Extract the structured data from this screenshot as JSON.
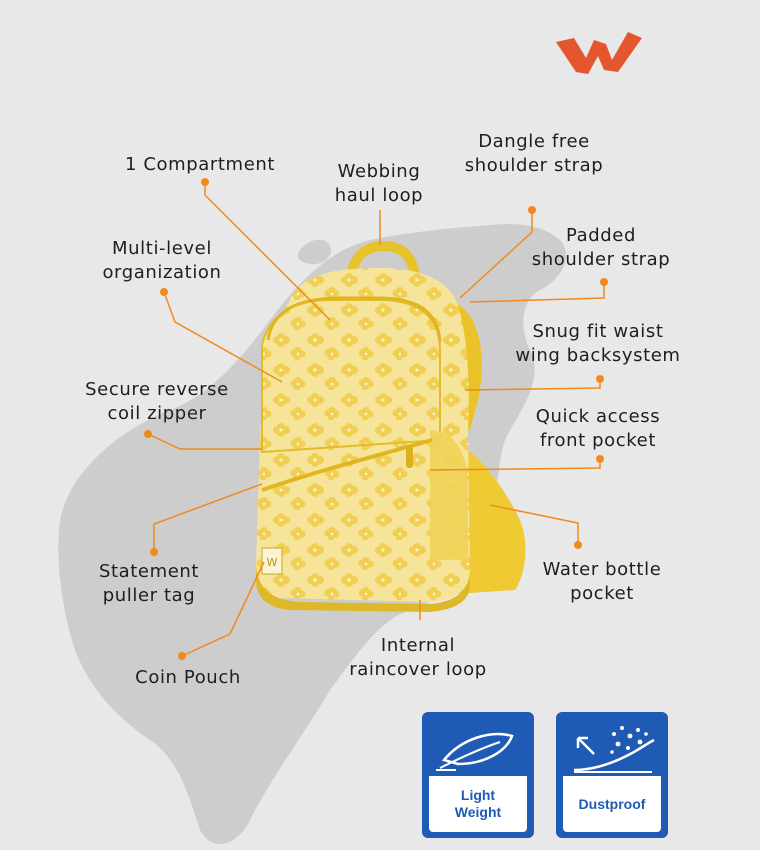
{
  "brand": {
    "logo_letter": "W",
    "logo_color": "#e4572e"
  },
  "colors": {
    "accent_line": "#f08a1c",
    "bag_yellow": "#f4cf3a",
    "badge_blue": "#1f5bb5"
  },
  "product": {
    "tag_text": "W"
  },
  "features": {
    "compartment": "1 Compartment",
    "haul_loop": "Webbing\nhaul loop",
    "dangle_strap": "Dangle free\nshoulder strap",
    "padded_strap": "Padded\nshoulder strap",
    "multi_level": "Multi-level\norganization",
    "waist_wing": "Snug fit waist\nwing backsystem",
    "zipper": "Secure reverse\ncoil zipper",
    "front_pocket": "Quick access\nfront pocket",
    "puller_tag": "Statement\npuller tag",
    "water_pocket": "Water bottle\npocket",
    "raincover": "Internal\nraincover loop",
    "coin_pouch": "Coin Pouch"
  },
  "badges": {
    "light_weight": {
      "label": "Light\nWeight",
      "icon": "feather-icon"
    },
    "dustproof": {
      "label": "Dustproof",
      "icon": "dust-particles-icon"
    }
  }
}
